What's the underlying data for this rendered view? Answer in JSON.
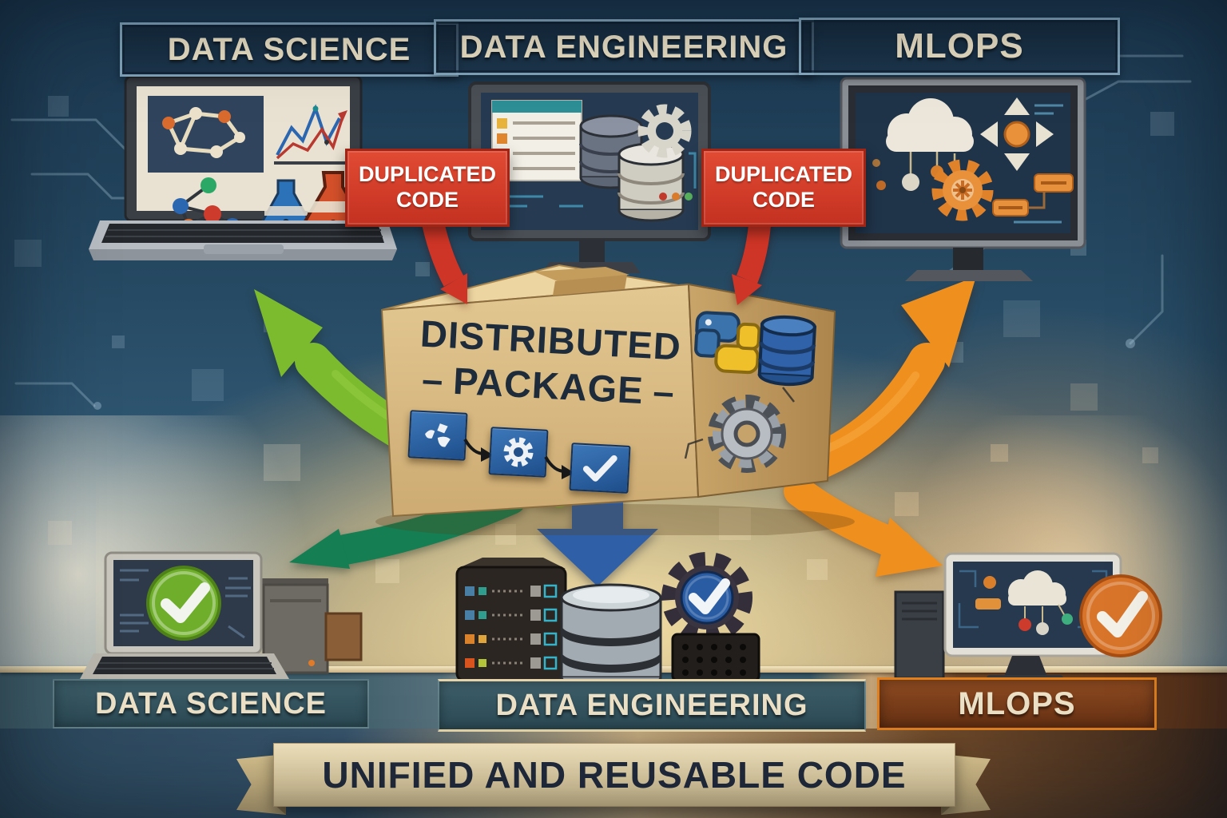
{
  "title_row": [
    {
      "id": "data-science",
      "label": "DATA SCIENCE"
    },
    {
      "id": "data-engineering",
      "label": "DATA ENGINEERING"
    },
    {
      "id": "mlops",
      "label": "MLOPS"
    }
  ],
  "alerts": [
    {
      "id": "left",
      "line1": "DUPLICATED",
      "line2": "CODE"
    },
    {
      "id": "right",
      "line1": "DUPLICATED",
      "line2": "CODE"
    }
  ],
  "package": {
    "line1": "DISTRIBUTED",
    "line2": "PACKAGE",
    "dash": "–",
    "badge_icons": [
      "fragments-icon",
      "gear-icon",
      "check-icon"
    ],
    "side_icons": [
      "python-icon",
      "database-icon",
      "gear-icon"
    ]
  },
  "bottom_row": [
    {
      "id": "data-science",
      "label": "DATA SCIENCE"
    },
    {
      "id": "data-engineering",
      "label": "DATA ENGINEERING"
    },
    {
      "id": "mlops",
      "label": "MLOPS"
    }
  ],
  "banner": {
    "label": "UNIFIED AND REUSABLE CODE"
  },
  "screens": {
    "data_science_top": [
      "molecule-icon",
      "line-chart-icon",
      "graph-icon",
      "flask-blue-icon",
      "flask-orange-icon"
    ],
    "data_engineering_top": [
      "spreadsheet-icon",
      "database-icon",
      "gear-icon"
    ],
    "mlops_top": [
      "cloud-icon",
      "distribute-icon",
      "gear-icon",
      "pipeline-icon"
    ],
    "data_science_bottom": [
      "check-circle-green-icon"
    ],
    "data_engineering_bottom": [
      "server-rack-icon",
      "database-icon",
      "gear-check-icon"
    ],
    "mlops_bottom": [
      "cloud-icon",
      "check-circle-orange-icon"
    ]
  },
  "colors": {
    "alert_red": "#d6402c",
    "package_tan": "#d9bc85",
    "badge_blue": "#2a5fa5",
    "arrow_green_bright": "#7dbb2e",
    "arrow_green_dark": "#157e53",
    "arrow_blue": "#2f5fa7",
    "arrow_orange": "#ef8f1e",
    "banner_cream": "#ecdcb4",
    "title_text": "#ece1c6"
  }
}
